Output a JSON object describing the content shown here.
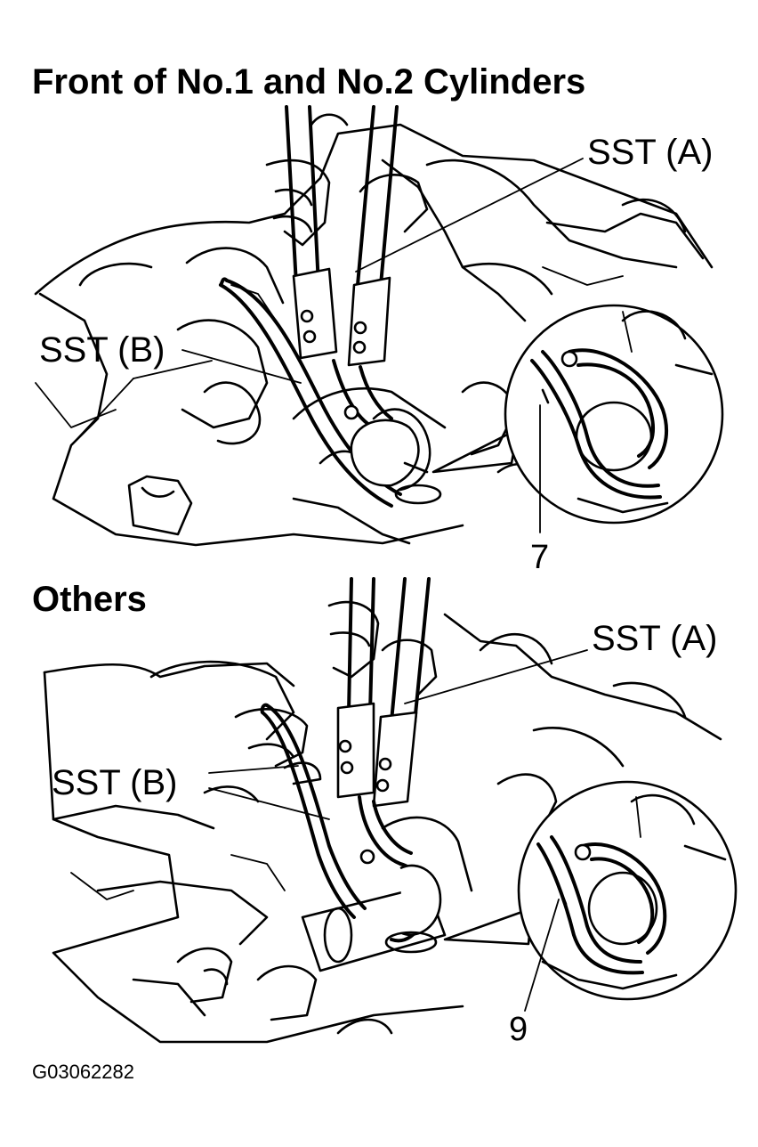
{
  "figure_1": {
    "title": "Front of No.1 and No.2 Cylinders",
    "labels": {
      "sst_a": "SST (A)",
      "sst_b": "SST (B)",
      "callout": "7"
    }
  },
  "figure_2": {
    "title": "Others",
    "labels": {
      "sst_a": "SST (A)",
      "sst_b": "SST (B)",
      "callout": "9"
    }
  },
  "figure_code": "G03062282",
  "colors": {
    "ink": "#000000",
    "paper": "#ffffff"
  }
}
